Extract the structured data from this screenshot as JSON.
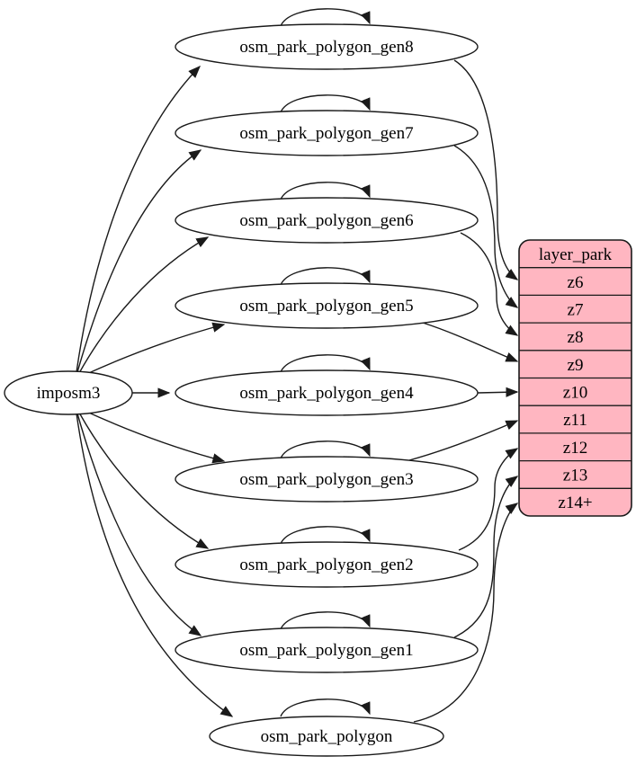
{
  "diagram": {
    "colors": {
      "background": "#ffffff",
      "node_fill": "#ffffff",
      "line": "#1a1a1a",
      "record_fill": "#ffb6c1",
      "text": "#000000"
    },
    "source_node": {
      "label": "imposm3"
    },
    "table_nodes": [
      {
        "label": "osm_park_polygon_gen8",
        "zoom_row": "z6"
      },
      {
        "label": "osm_park_polygon_gen7",
        "zoom_row": "z7"
      },
      {
        "label": "osm_park_polygon_gen6",
        "zoom_row": "z8"
      },
      {
        "label": "osm_park_polygon_gen5",
        "zoom_row": "z9"
      },
      {
        "label": "osm_park_polygon_gen4",
        "zoom_row": "z10"
      },
      {
        "label": "osm_park_polygon_gen3",
        "zoom_row": "z11"
      },
      {
        "label": "osm_park_polygon_gen2",
        "zoom_row": "z12"
      },
      {
        "label": "osm_park_polygon_gen1",
        "zoom_row": "z13"
      },
      {
        "label": "osm_park_polygon",
        "zoom_row": "z14+"
      }
    ],
    "record_node": {
      "title": "layer_park",
      "rows": [
        "z6",
        "z7",
        "z8",
        "z9",
        "z10",
        "z11",
        "z12",
        "z13",
        "z14+"
      ]
    },
    "edges": [
      {
        "from": "imposm3",
        "to": "osm_park_polygon_gen8"
      },
      {
        "from": "imposm3",
        "to": "osm_park_polygon_gen7"
      },
      {
        "from": "imposm3",
        "to": "osm_park_polygon_gen6"
      },
      {
        "from": "imposm3",
        "to": "osm_park_polygon_gen5"
      },
      {
        "from": "imposm3",
        "to": "osm_park_polygon_gen4"
      },
      {
        "from": "imposm3",
        "to": "osm_park_polygon_gen3"
      },
      {
        "from": "imposm3",
        "to": "osm_park_polygon_gen2"
      },
      {
        "from": "imposm3",
        "to": "osm_park_polygon_gen1"
      },
      {
        "from": "imposm3",
        "to": "osm_park_polygon"
      },
      {
        "from": "osm_park_polygon_gen8",
        "to": "osm_park_polygon_gen8",
        "type": "self_loop"
      },
      {
        "from": "osm_park_polygon_gen7",
        "to": "osm_park_polygon_gen7",
        "type": "self_loop"
      },
      {
        "from": "osm_park_polygon_gen6",
        "to": "osm_park_polygon_gen6",
        "type": "self_loop"
      },
      {
        "from": "osm_park_polygon_gen5",
        "to": "osm_park_polygon_gen5",
        "type": "self_loop"
      },
      {
        "from": "osm_park_polygon_gen4",
        "to": "osm_park_polygon_gen4",
        "type": "self_loop"
      },
      {
        "from": "osm_park_polygon_gen3",
        "to": "osm_park_polygon_gen3",
        "type": "self_loop"
      },
      {
        "from": "osm_park_polygon_gen2",
        "to": "osm_park_polygon_gen2",
        "type": "self_loop"
      },
      {
        "from": "osm_park_polygon_gen1",
        "to": "osm_park_polygon_gen1",
        "type": "self_loop"
      },
      {
        "from": "osm_park_polygon",
        "to": "osm_park_polygon",
        "type": "self_loop"
      },
      {
        "from": "osm_park_polygon_gen8",
        "to": "layer_park.z6"
      },
      {
        "from": "osm_park_polygon_gen7",
        "to": "layer_park.z7"
      },
      {
        "from": "osm_park_polygon_gen6",
        "to": "layer_park.z8"
      },
      {
        "from": "osm_park_polygon_gen5",
        "to": "layer_park.z9"
      },
      {
        "from": "osm_park_polygon_gen4",
        "to": "layer_park.z10"
      },
      {
        "from": "osm_park_polygon_gen3",
        "to": "layer_park.z11"
      },
      {
        "from": "osm_park_polygon_gen2",
        "to": "layer_park.z12"
      },
      {
        "from": "osm_park_polygon_gen1",
        "to": "layer_park.z13"
      },
      {
        "from": "osm_park_polygon",
        "to": "layer_park.z14+"
      }
    ]
  }
}
